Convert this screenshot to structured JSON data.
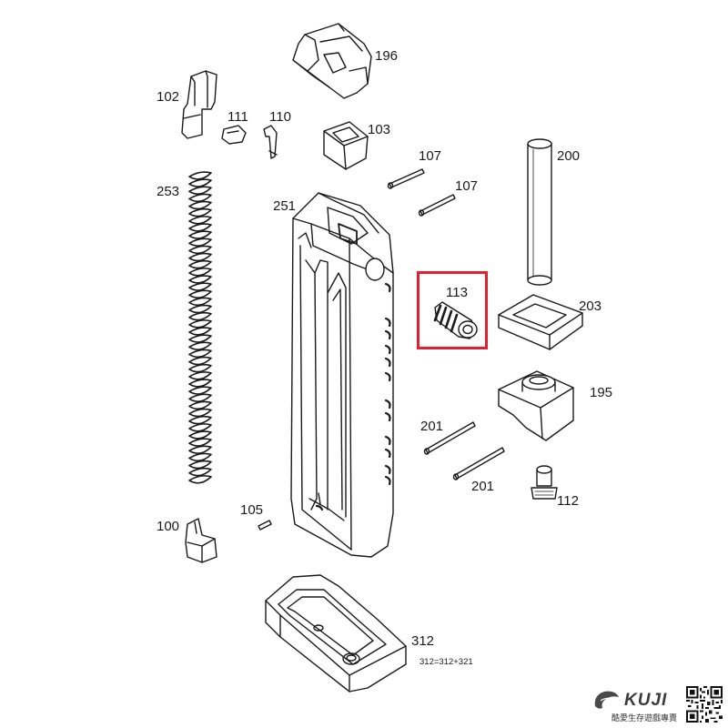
{
  "diagram": {
    "highlight_color": "#e0202e",
    "line_color": "#1a1a1a",
    "parts": [
      {
        "id": "p196",
        "label": "196"
      },
      {
        "id": "p102",
        "label": "102"
      },
      {
        "id": "p111",
        "label": "111"
      },
      {
        "id": "p110",
        "label": "110"
      },
      {
        "id": "p103",
        "label": "103"
      },
      {
        "id": "p107a",
        "label": "107"
      },
      {
        "id": "p107b",
        "label": "107"
      },
      {
        "id": "p200",
        "label": "200"
      },
      {
        "id": "p253",
        "label": "253"
      },
      {
        "id": "p251",
        "label": "251"
      },
      {
        "id": "p113",
        "label": "113"
      },
      {
        "id": "p203",
        "label": "203"
      },
      {
        "id": "p195",
        "label": "195"
      },
      {
        "id": "p201a",
        "label": "201"
      },
      {
        "id": "p201b",
        "label": "201"
      },
      {
        "id": "p112",
        "label": "112"
      },
      {
        "id": "p105",
        "label": "105"
      },
      {
        "id": "p100",
        "label": "100"
      },
      {
        "id": "p312",
        "label": "312"
      }
    ],
    "assembly_note": "312=312+321",
    "highlighted_part": "113"
  },
  "brand": {
    "logo_text": "KUJI",
    "tagline": "酷愛生存遊戲專賣",
    "accent_color": "#3a3a3a"
  }
}
